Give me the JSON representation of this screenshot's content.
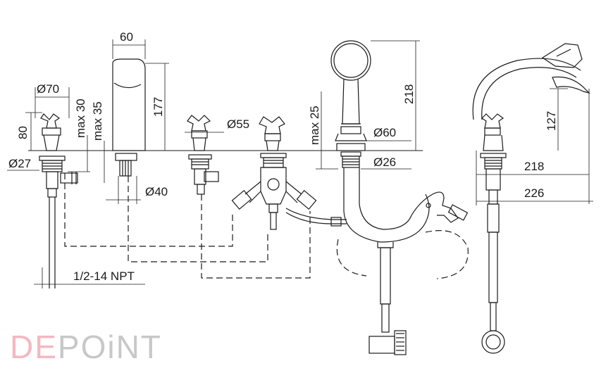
{
  "dimensions": {
    "d60": "60",
    "d70": "Ø70",
    "d80": "80",
    "max30": "max 30",
    "max35": "max 35",
    "d177": "177",
    "d55": "Ø55",
    "max25": "max 25",
    "d218v": "218",
    "d60b": "Ø60",
    "d26": "Ø26",
    "d27": "Ø27",
    "d40": "Ø40",
    "npt": "1/2-14 NPT",
    "d127": "127",
    "d218h": "218",
    "d226": "226"
  },
  "logo": {
    "part1": "DE",
    "part2": "POiNT"
  },
  "colors": {
    "line": "#1a1a1a",
    "logo_pink": "#f4b8c2",
    "logo_grey": "#c8c8c8"
  }
}
